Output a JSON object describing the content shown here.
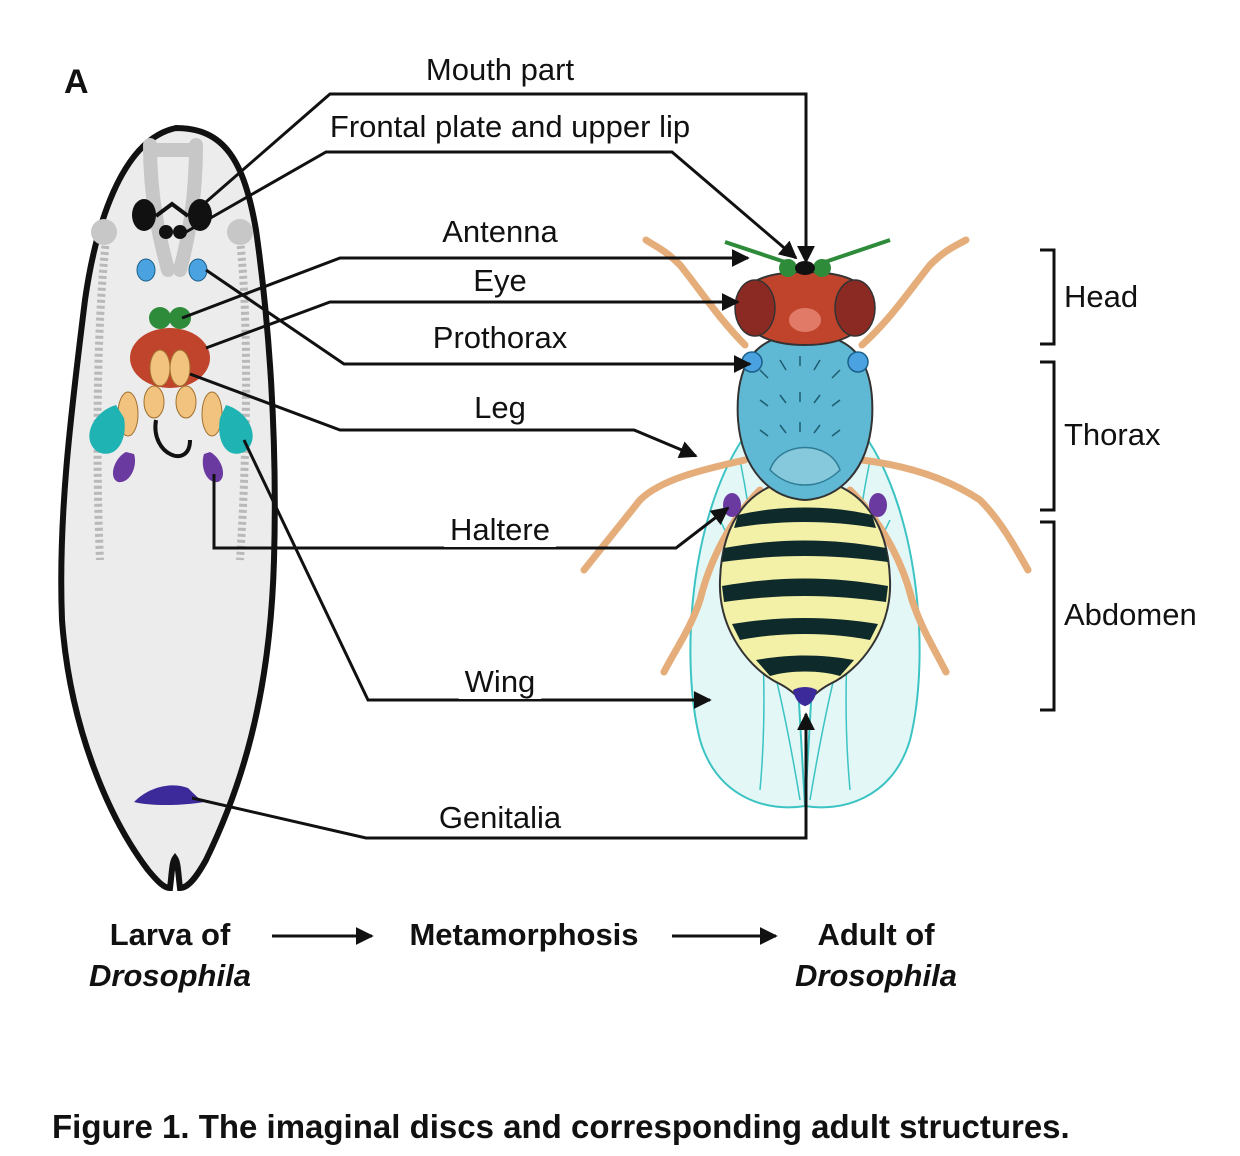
{
  "panel_label": "A",
  "labels": {
    "mouth_part": "Mouth part",
    "frontal_plate": "Frontal plate and upper lip",
    "antenna": "Antenna",
    "eye": "Eye",
    "prothorax": "Prothorax",
    "leg": "Leg",
    "haltere": "Haltere",
    "wing": "Wing",
    "genitalia": "Genitalia"
  },
  "body_regions": {
    "head": "Head",
    "thorax": "Thorax",
    "abdomen": "Abdomen"
  },
  "flow": {
    "larva_line1": "Larva of",
    "larva_line2": "Drosophila",
    "metamorphosis": "Metamorphosis",
    "adult_line1": "Adult of",
    "adult_line2": "Drosophila"
  },
  "caption": "Figure 1. The imaginal discs and corresponding adult structures.",
  "colors": {
    "disc_green": "#2e8b3a",
    "disc_red": "#c0442c",
    "disc_orange": "#f2c27f",
    "disc_teal": "#1fb3b3",
    "disc_purple": "#6a3aa0",
    "disc_blue": "#4aa3e0",
    "genital_purple": "#3d2a9a",
    "fly_thorax": "#5fb8d4",
    "fly_abdomen_yellow": "#f3f0a8",
    "fly_abdomen_stripe": "#0f2a2a",
    "wing_outline": "#3cc3c3",
    "larva_fill": "#ececec"
  }
}
